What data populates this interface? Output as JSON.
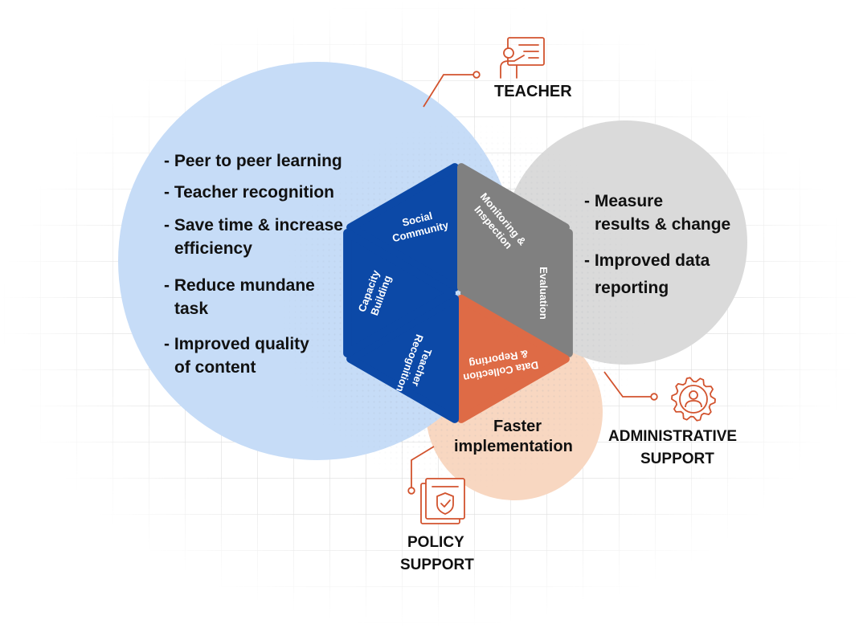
{
  "actors": {
    "teacher": {
      "label": "TEACHER"
    },
    "administrative": {
      "label_line1": "ADMINISTRATIVE",
      "label_line2": "SUPPORT"
    },
    "policy": {
      "label_line1": "POLICY",
      "label_line2": "SUPPORT"
    }
  },
  "teacher_benefits": [
    "- Peer to peer learning",
    "- Teacher recognition",
    "- Save time & increase",
    "efficiency",
    "- Reduce mundane",
    "task",
    "- Improved quality",
    "of content"
  ],
  "admin_benefits": [
    "- Measure",
    "results & change",
    "- Improved data",
    "reporting"
  ],
  "policy_benefits": [
    "Faster",
    "implementation"
  ],
  "wedges": [
    {
      "line1": "Social",
      "line2": "Community",
      "group": "teacher"
    },
    {
      "line1": "Monitoring &",
      "line2": "Inspection",
      "group": "administrative"
    },
    {
      "line1": "Evaluation",
      "line2": "",
      "group": "administrative"
    },
    {
      "line1": "Data Collection",
      "line2": "& Reporting",
      "group": "policy"
    },
    {
      "line1": "Teacher",
      "line2": "Recognition",
      "group": "teacher"
    },
    {
      "line1": "Capacity",
      "line2": "Building",
      "group": "teacher"
    }
  ],
  "colors": {
    "teacher_circle": "#c6dcf7",
    "admin_circle": "#dadada",
    "policy_circle": "#f8d7c1",
    "teacher_wedge": "#0c49a7",
    "admin_wedge": "#808080",
    "policy_wedge": "#de6b46",
    "accent": "#d2532e"
  },
  "icons": {
    "teacher": "presentation-board-icon",
    "administrative": "gear-person-icon",
    "policy": "shield-document-icon"
  }
}
